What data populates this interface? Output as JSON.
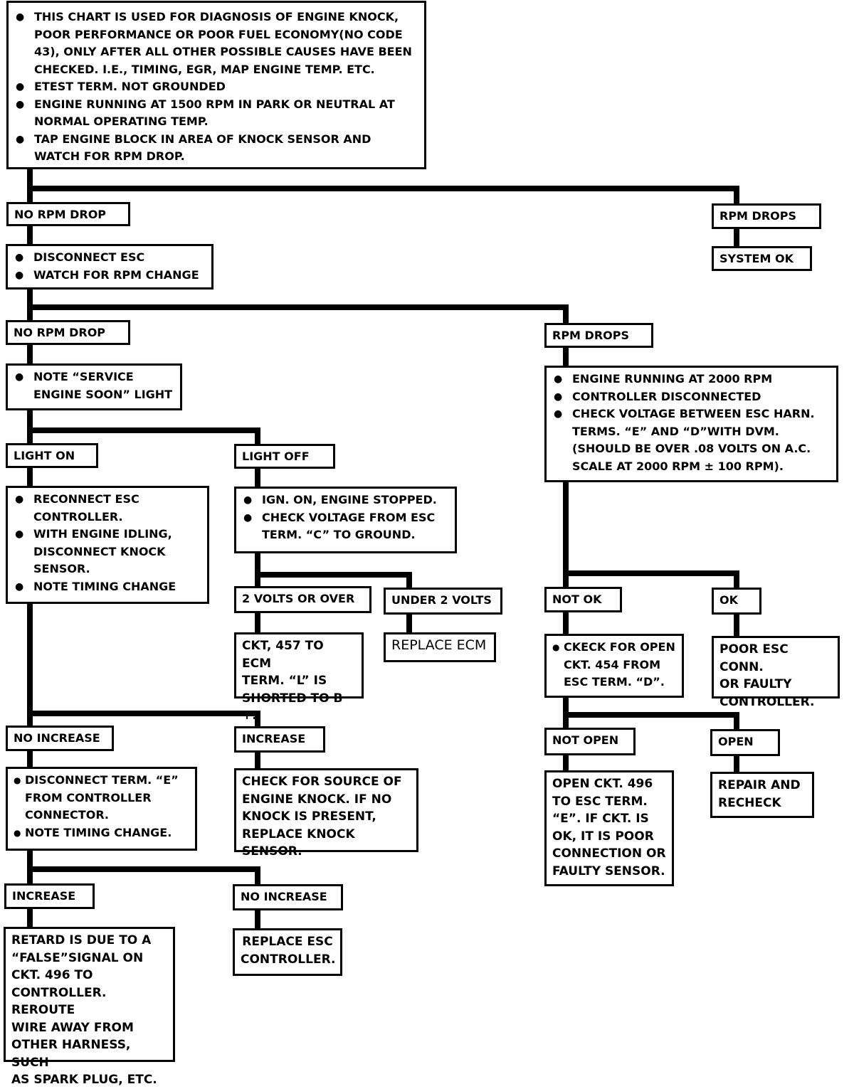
{
  "intro": {
    "bullets": [
      "THIS CHART IS USED FOR DIAGNOSIS OF ENGINE KNOCK,\nPOOR PERFORMANCE OR POOR FUEL ECONOMY(NO CODE\n43), ONLY AFTER ALL OTHER POSSIBLE CAUSES HAVE BEEN\nCHECKED. I.E., TIMING, EGR, MAP ENGINE TEMP. ETC.",
      "ETEST TERM. NOT GROUNDED",
      "ENGINE RUNNING AT 1500 RPM IN PARK OR NEUTRAL AT\nNORMAL OPERATING TEMP.",
      "TAP ENGINE BLOCK IN AREA OF KNOCK SENSOR AND\nWATCH FOR RPM DROP."
    ]
  },
  "branch1": {
    "no_rpm_drop": "NO RPM DROP",
    "rpm_drops": "RPM DROPS",
    "system_ok": "SYSTEM OK"
  },
  "step2": {
    "bullets": [
      "DISCONNECT ESC",
      "WATCH FOR RPM CHANGE"
    ]
  },
  "branch2": {
    "no_rpm_drop": "NO RPM DROP",
    "rpm_drops": "RPM DROPS"
  },
  "step3": {
    "bullets": [
      "NOTE “SERVICE\nENGINE SOON” LIGHT"
    ]
  },
  "branch3": {
    "light_on": "LIGHT ON",
    "light_off": "LIGHT OFF"
  },
  "light_on_box": {
    "bullets": [
      "RECONNECT ESC\nCONTROLLER.",
      "WITH ENGINE IDLING,\nDISCONNECT KNOCK\nSENSOR.",
      "NOTE TIMING CHANGE"
    ]
  },
  "light_off_box": {
    "bullets": [
      "IGN. ON, ENGINE STOPPED.",
      "CHECK VOLTAGE FROM ESC\nTERM. “C” TO GROUND."
    ]
  },
  "voltage": {
    "two_or_over": "2 VOLTS OR OVER",
    "under_two": "UNDER 2 VOLTS",
    "ckt457": "CKT, 457 TO ECM\nTERM. “L” IS\nSHORTED TO B +.",
    "replace_ecm": "REPLACE ECM"
  },
  "timing": {
    "no_increase": "NO INCREASE",
    "increase": "INCREASE",
    "check_source": "CHECK FOR SOURCE OF\nENGINE KNOCK.  IF NO\nKNOCK IS PRESENT,\nREPLACE KNOCK SENSOR."
  },
  "disconnect_e": {
    "bullets": [
      "DISCONNECT TERM. “E”\nFROM CONTROLLER\nCONNECTOR.",
      "NOTE TIMING CHANGE."
    ]
  },
  "final": {
    "increase": "INCREASE",
    "no_increase": "NO INCREASE",
    "retard": "RETARD IS DUE TO A\n“FALSE”SIGNAL ON\nCKT. 496 TO\nCONTROLLER.  REROUTE\nWIRE AWAY FROM\nOTHER HARNESS, SUCH\nAS SPARK PLUG, ETC.",
    "replace_esc": "REPLACE ESC\nCONTROLLER."
  },
  "right_step": {
    "bullets": [
      "ENGINE RUNNING AT 2000 RPM",
      "CONTROLLER DISCONNECTED",
      "CHECK VOLTAGE BETWEEN ESC HARN.\nTERMS. “E” AND “D”WITH DVM.\n(SHOULD BE OVER .08 VOLTS ON A.C.\nSCALE AT 2000 RPM  ± 100 RPM)."
    ]
  },
  "right_branch": {
    "not_ok": "NOT OK",
    "ok": "OK",
    "check_open": "CKECK FOR OPEN\nCKT. 454 FROM\nESC TERM. “D”.",
    "poor_conn": "POOR ESC CONN.\nOR FAULTY\nCONTROLLER.",
    "not_open": "NOT OPEN",
    "open": "OPEN",
    "open_ckt496": "OPEN CKT. 496\nTO ESC TERM.\n“E”.  IF CKT. IS\nOK, IT IS POOR\nCONNECTION OR\nFAULTY SENSOR.",
    "repair": "REPAIR AND\nRECHECK"
  }
}
